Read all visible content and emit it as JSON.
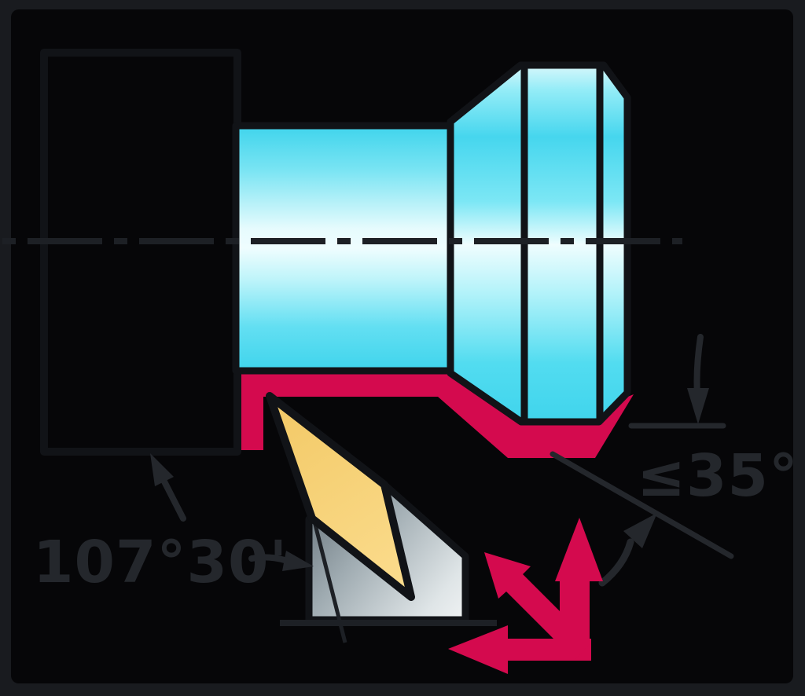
{
  "figure": {
    "kind": "machining-application-illustration",
    "subject": "Profile turning of a stepped workpiece with a rhombic-insert turning tool",
    "labels": {
      "corner_angle": "107°30'",
      "ramp_angle": "≤35°"
    },
    "icons": {
      "feed_direction_arrows": "three red arrows (up, left, diagonal up-left) showing possible feed directions",
      "ramp_angle_arc_arrow": "black curved arrow pointing to the ≤35° ramp line",
      "depth_arrow": "black arrow pointing down to the machined-diameter datum line",
      "leader_arrows": "two black leader arrows from the 107°30' label"
    }
  },
  "colors": {
    "frame": "#191b1f",
    "background": "#060608",
    "outline": "#111317",
    "annotation": "#24272c",
    "steel": "#99a5a7",
    "red": "#d40a4e",
    "cyan_strong": "#3fd4ec",
    "cyan_highlight": "#d7f7fb",
    "cyan_pale": "#effdfe",
    "insert_dark": "#f3ca68",
    "insert_light": "#fbdc8d",
    "tool_dark": "#6b777f",
    "tool_light": "#f2f4f5"
  }
}
